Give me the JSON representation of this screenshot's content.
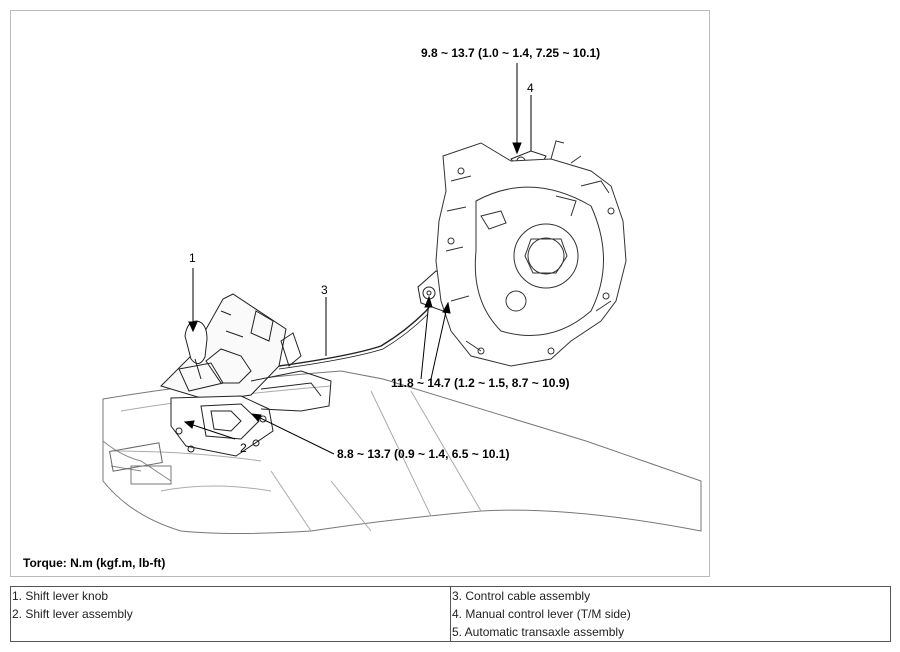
{
  "torque_unit_label": "Torque: N.m (kgf.m, lb-ft)",
  "torque_specs": {
    "cable_at_tm_lever": "9.8 ~ 13.7 (1.0 ~ 1.4, 7.25 ~ 10.1)",
    "cable_bracket_bolts": "11.8 ~ 14.7 (1.2 ~ 1.5, 8.7 ~ 10.9)",
    "shift_lever_assembly": "8.8 ~ 13.7 (0.9 ~ 1.4, 6.5 ~ 10.1)"
  },
  "callouts": [
    "1",
    "2",
    "3",
    "4"
  ],
  "legend": {
    "left": [
      "1. Shift lever knob",
      "2. Shift lever assembly",
      ""
    ],
    "right": [
      "3. Control cable assembly",
      "4. Manual control lever (T/M side)",
      "5. Automatic transaxle assembly"
    ]
  }
}
